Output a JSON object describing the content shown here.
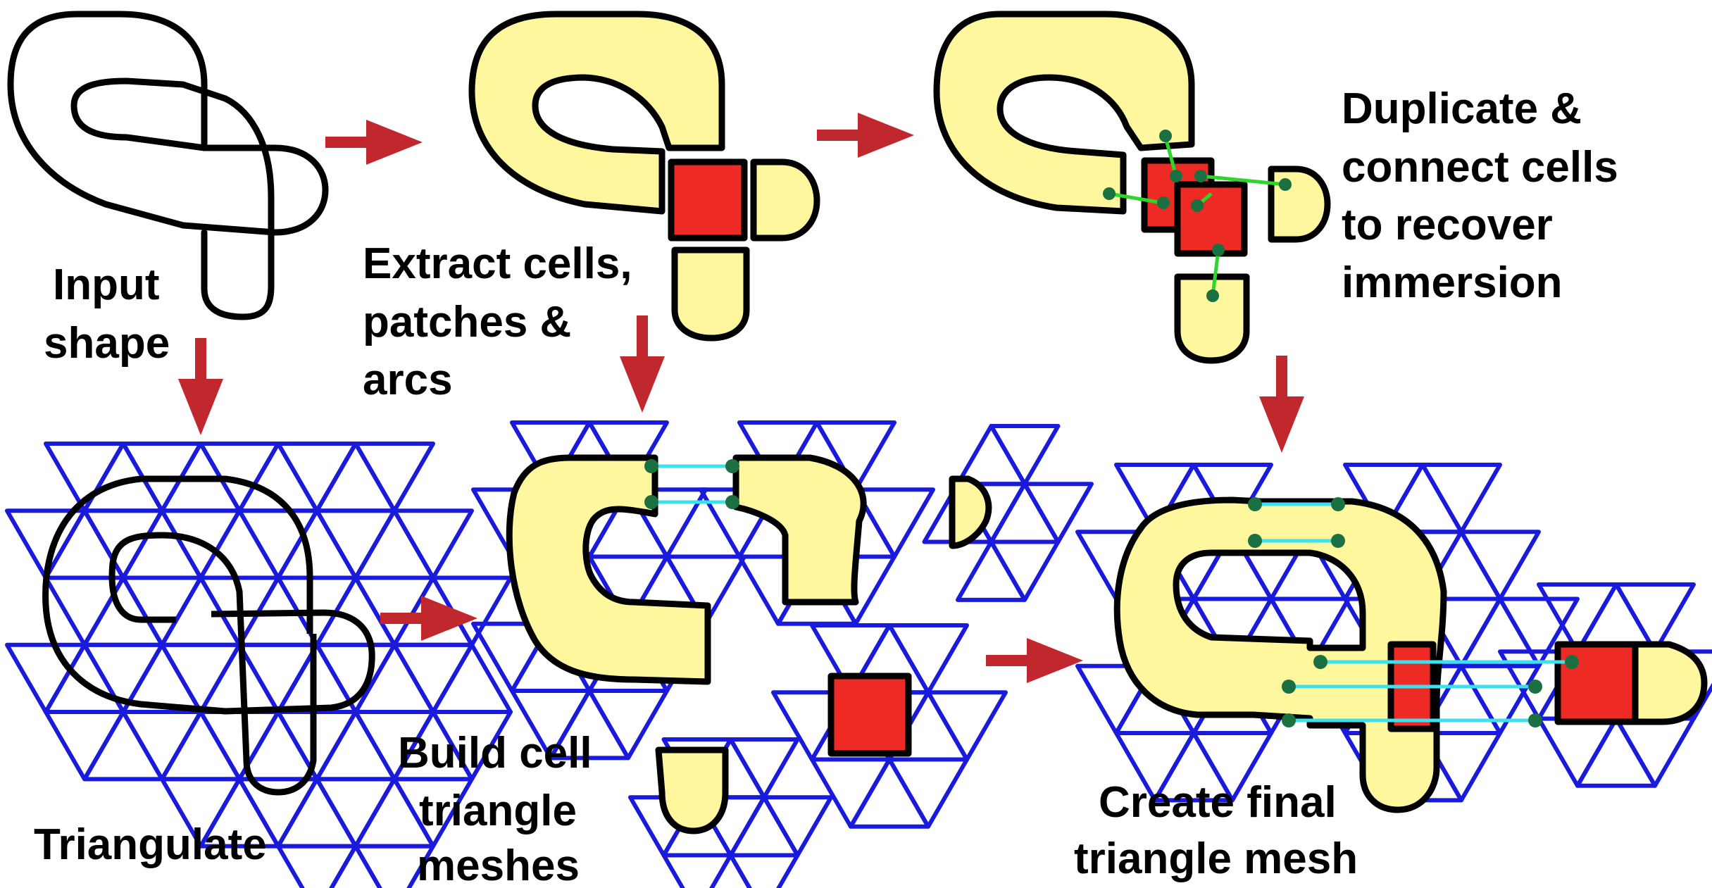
{
  "figure": {
    "labels": {
      "input_shape": [
        "Input",
        "shape"
      ],
      "extract": [
        "Extract cells,",
        "patches &",
        "arcs"
      ],
      "duplicate": [
        "Duplicate &",
        "connect cells",
        "to recover",
        "immersion"
      ],
      "triangulate": [
        "Triangulate"
      ],
      "build": [
        "Build cell",
        "triangle",
        "meshes"
      ],
      "create": [
        "Create final",
        "triangle mesh"
      ]
    },
    "colors": {
      "outline": "#000000",
      "patch_fill": "#fff79e",
      "cell_fill": "#ee2a24",
      "mesh": "#1a1adc",
      "arrow": "#c0282d",
      "green_link": "#2dd62d",
      "cyan_link": "#3de0ef",
      "dot": "#1a7040"
    },
    "icons": [
      "right-arrow-icon",
      "down-arrow-icon"
    ]
  }
}
